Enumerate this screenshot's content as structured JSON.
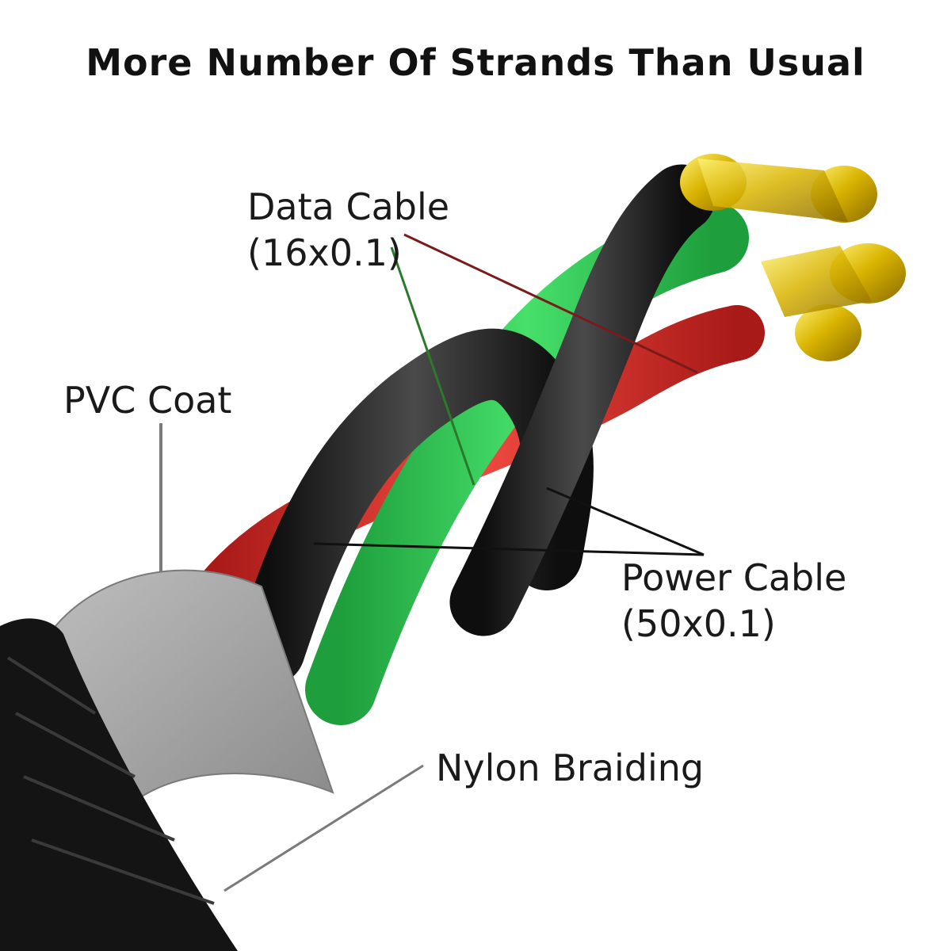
{
  "title": "More Number Of Strands Than Usual",
  "labels": {
    "data_cable": {
      "line1": "Data Cable",
      "line2": "(16x0.1)"
    },
    "pvc_coat": "PVC Coat",
    "power_cable": {
      "line1": "Power Cable",
      "line2": "(50x0.1)"
    },
    "nylon_braiding": "Nylon Braiding"
  },
  "colors": {
    "green_wire": "#2fcf55",
    "red_wire": "#e0302c",
    "black_wire": "#1c1c1c",
    "gold_tip": "#d9b400",
    "pvc_coat": "#a6a6a6",
    "braid": "#141414",
    "pointer_dark_red": "#7a1a1a",
    "pointer_green": "#2b7a2b",
    "pointer_gray": "#7a7a7a"
  }
}
